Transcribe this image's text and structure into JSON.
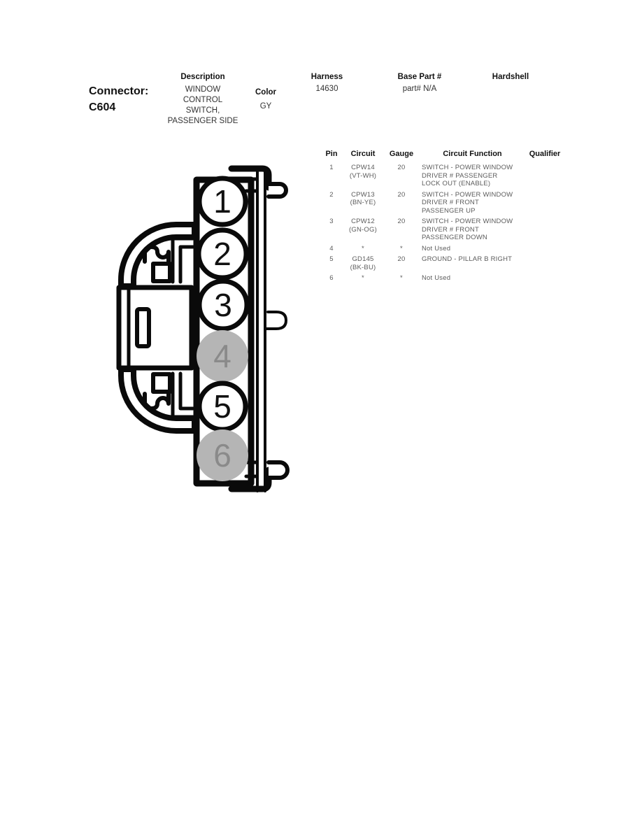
{
  "connector": {
    "label": "Connector:",
    "id": "C604",
    "description_label": "Description",
    "description_lines": [
      "WINDOW",
      "CONTROL",
      "SWITCH,",
      "PASSENGER SIDE"
    ],
    "color_label": "Color",
    "color_value": "GY",
    "harness_label": "Harness",
    "harness_value": "14630",
    "base_part_label": "Base Part #",
    "base_part_value": "part# N/A",
    "hardshell_label": "Hardshell",
    "hardshell_value": ""
  },
  "diagram": {
    "type": "connector-side-view",
    "used_fill": "#ffffff",
    "used_stroke": "#0a0a0a",
    "used_text": "#111111",
    "unused_fill": "#b5b5b5",
    "unused_text": "#8a8a8a",
    "pins": [
      {
        "number": "1",
        "used": true
      },
      {
        "number": "2",
        "used": true
      },
      {
        "number": "3",
        "used": true
      },
      {
        "number": "4",
        "used": false
      },
      {
        "number": "5",
        "used": true
      },
      {
        "number": "6",
        "used": false
      }
    ]
  },
  "pin_table": {
    "headers": [
      "Pin",
      "Circuit",
      "Gauge",
      "Circuit Function",
      "Qualifier"
    ],
    "rows": [
      {
        "pin": "1",
        "circuit": [
          "CPW14",
          "(VT-WH)"
        ],
        "gauge": "20",
        "function": [
          "SWITCH - POWER WINDOW",
          "DRIVER # PASSENGER",
          "LOCK OUT (ENABLE)"
        ],
        "qualifier": ""
      },
      {
        "pin": "2",
        "circuit": [
          "CPW13",
          "(BN-YE)"
        ],
        "gauge": "20",
        "function": [
          "SWITCH - POWER WINDOW",
          "DRIVER # FRONT",
          "PASSENGER UP"
        ],
        "qualifier": ""
      },
      {
        "pin": "3",
        "circuit": [
          "CPW12",
          "(GN-OG)"
        ],
        "gauge": "20",
        "function": [
          "SWITCH - POWER WINDOW",
          "DRIVER # FRONT",
          "PASSENGER DOWN"
        ],
        "qualifier": ""
      },
      {
        "pin": "4",
        "circuit": [
          "*"
        ],
        "gauge": "*",
        "function": [
          "Not Used"
        ],
        "qualifier": ""
      },
      {
        "pin": "5",
        "circuit": [
          "GD145",
          "(BK-BU)"
        ],
        "gauge": "20",
        "function": [
          "GROUND - PILLAR B RIGHT"
        ],
        "qualifier": ""
      },
      {
        "pin": "6",
        "circuit": [
          "*"
        ],
        "gauge": "*",
        "function": [
          "Not Used"
        ],
        "qualifier": ""
      }
    ]
  }
}
